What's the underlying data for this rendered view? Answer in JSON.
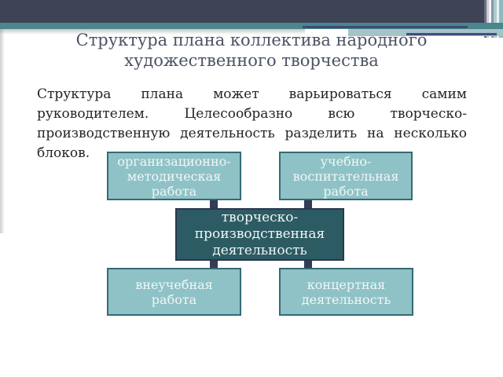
{
  "slide": {
    "title": "Структура плана коллектива народного\nхудожественного творчества",
    "body": "Структура плана может варьироваться самим руководителем. Целесообразно всю творческо-производственную деятельность разделить на несколько блоков.",
    "diagram": {
      "boxes": [
        {
          "id": "organizational-methodical",
          "label": "организационно-\nметодическая\nработа",
          "variant": "light"
        },
        {
          "id": "educational",
          "label": "учебно-\nвоспитательная\nработа",
          "variant": "light"
        },
        {
          "id": "creative-production",
          "label": "творческо-\nпроизводственная\nдеятельность",
          "variant": "dark"
        },
        {
          "id": "extracurricular",
          "label": "внеучебная\nработа",
          "variant": "light"
        },
        {
          "id": "concert",
          "label": "концертная\nдеятельность",
          "variant": "light"
        }
      ]
    },
    "colors": {
      "header_band": "#3e4356",
      "teal_stripe": "#4a868c",
      "teal_extension": "#a3c4c8",
      "accent_line": "#3f4a78",
      "box_light_fill": "#8fc2c6",
      "box_light_border": "#346b75",
      "box_dark_fill": "#2d5b63",
      "box_dark_border": "#2b3750",
      "connector": "#343c56",
      "title_text": "#4c5366",
      "body_text": "#222428",
      "box_text": "#f0f7f7",
      "background": "#ffffff"
    }
  }
}
